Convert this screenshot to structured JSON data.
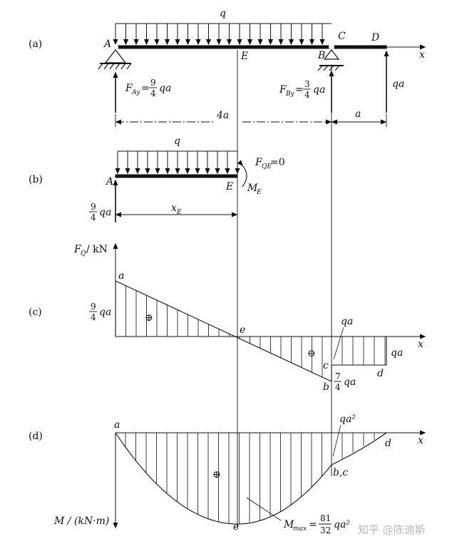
{
  "panels": {
    "a": {
      "label": "(a)",
      "load": "q",
      "point_A": "A",
      "point_B": "B",
      "point_C": "C",
      "point_D": "D",
      "point_E": "E",
      "axis_x": "x",
      "FAy": "F",
      "FAy_sub": "Ay",
      "FAy_eq": "=",
      "FAy_num": "9",
      "FAy_den": "4",
      "FAy_tail": "qa",
      "FBy": "F",
      "FBy_sub": "By",
      "FBy_eq": "=",
      "FBy_num": "3",
      "FBy_den": "4",
      "FBy_tail": "qa",
      "force_D": "qa",
      "dim_4a": "4a",
      "dim_a": "a"
    },
    "b": {
      "label": "(b)",
      "load": "q",
      "point_A": "A",
      "point_E": "E",
      "FQE": "F",
      "FQE_sub": "QE",
      "FQE_val": "=0",
      "ME": "M",
      "ME_sub": "E",
      "react_num": "9",
      "react_den": "4",
      "react_tail": "qa",
      "xE": "x",
      "xE_sub": "E"
    },
    "c": {
      "label": "(c)",
      "ylabel": "F",
      "ylabel_sub": "Q",
      "ylabel_unit": "/ kN",
      "axis_x": "x",
      "pt_a": "a",
      "pt_e": "e",
      "pt_b": "b",
      "pt_c": "c",
      "pt_d": "d",
      "val_a_num": "9",
      "val_a_den": "4",
      "val_a_tail": "qa",
      "val_b_num": "7",
      "val_b_den": "4",
      "val_b_tail": "qa",
      "val_c": "qa",
      "val_d": "qa",
      "sign_pos": "⊕",
      "sign_neg": "⊖"
    },
    "d": {
      "label": "(d)",
      "ylabel": "M / (kN·m)",
      "axis_x": "x",
      "pt_a": "a",
      "pt_e": "e",
      "pt_bc": "b,c",
      "pt_d": "d",
      "val_c": "qa²",
      "mmax": "M",
      "mmax_sub": "max",
      "mmax_eq": "=",
      "mmax_num": "81",
      "mmax_den": "32",
      "mmax_tail": "qa²",
      "sign_pos": "⊕"
    }
  },
  "watermark": "知乎 @陈迪斯"
}
